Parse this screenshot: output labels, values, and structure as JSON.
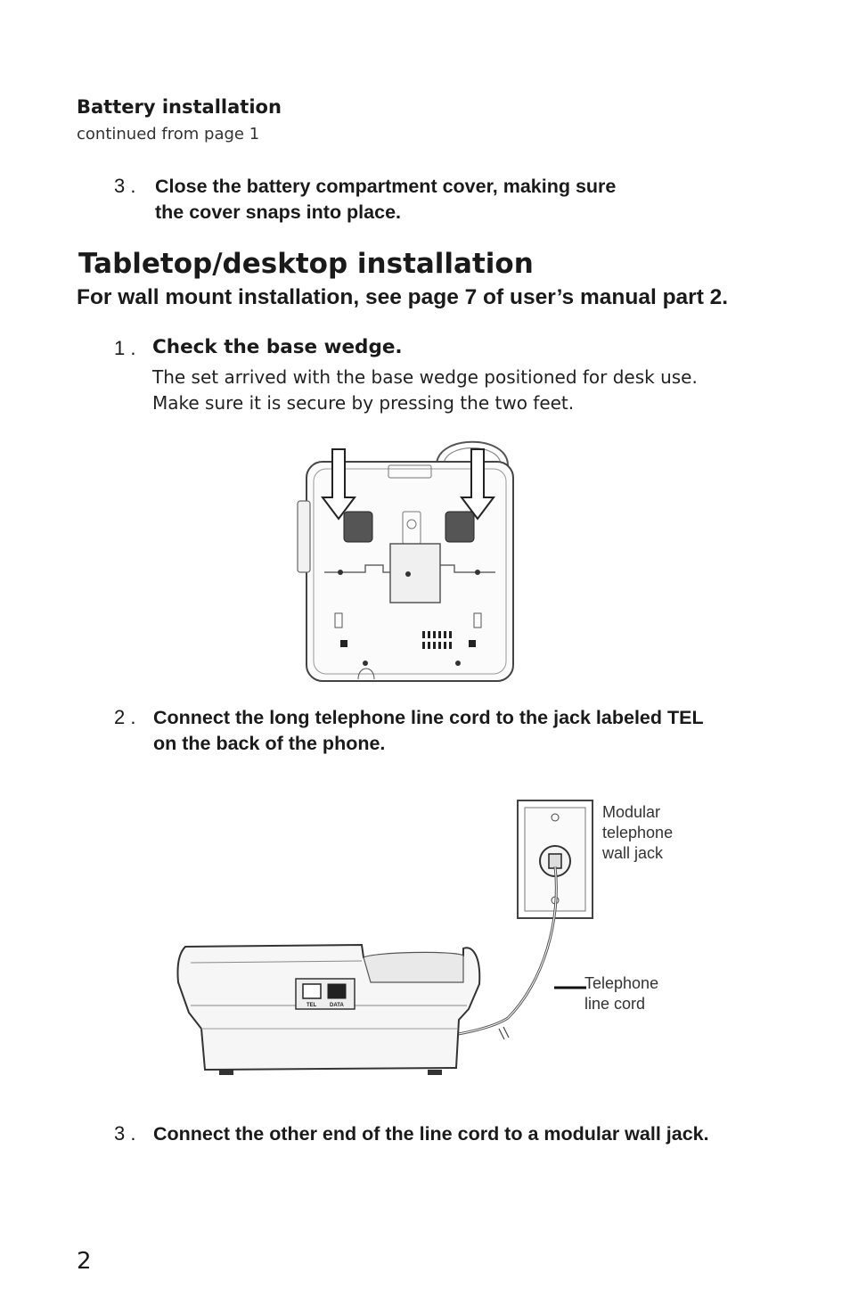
{
  "section": {
    "title": "Battery installation",
    "subtitle": "continued from page 1"
  },
  "battery_step": {
    "number": "3 .",
    "line1": "Close the battery compartment cover, making sure",
    "line2": "the cover snaps into place."
  },
  "heading": "Tabletop/desktop installation",
  "subheading": "For wall mount installation, see page 7 of user’s manual part 2.",
  "steps": [
    {
      "number": "1 .",
      "title": "Check the base wedge.",
      "line1": "The set arrived with the base wedge positioned for desk use.",
      "line2": "Make sure it is secure by pressing the two feet."
    },
    {
      "number": "2 .",
      "line1": "Connect the long telephone line cord to the jack labeled TEL",
      "line2": "on the back of the phone."
    },
    {
      "number": "3 .",
      "line1": "Connect the other end of the line cord to a modular wall jack."
    }
  ],
  "diagram": {
    "wall_jack_label": [
      "Modular",
      "telephone",
      "wall jack"
    ],
    "cord_label": [
      "Telephone",
      "line cord"
    ],
    "port_tel": "TEL",
    "port_data": "DATA"
  },
  "page_number": "2"
}
